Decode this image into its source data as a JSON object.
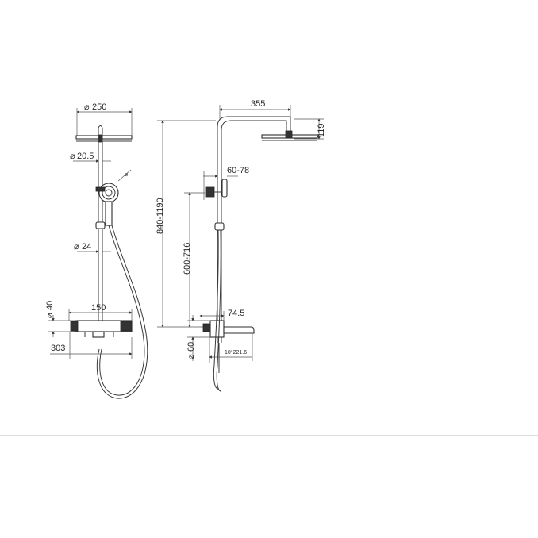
{
  "front_view": {
    "head_diameter": "250",
    "pipe_diameter": "20.5",
    "holder_diameter": "24",
    "valve_height": "40",
    "valve_centers": "150",
    "valve_width": "303"
  },
  "side_view": {
    "arm_reach": "355",
    "head_drop": "119",
    "bracket_range": "60-78",
    "total_height_range": "840-1190",
    "center_height_range": "600-716",
    "spout_offset": "74.5",
    "valve_diameter": "60",
    "spout_note": "10°221.6"
  }
}
